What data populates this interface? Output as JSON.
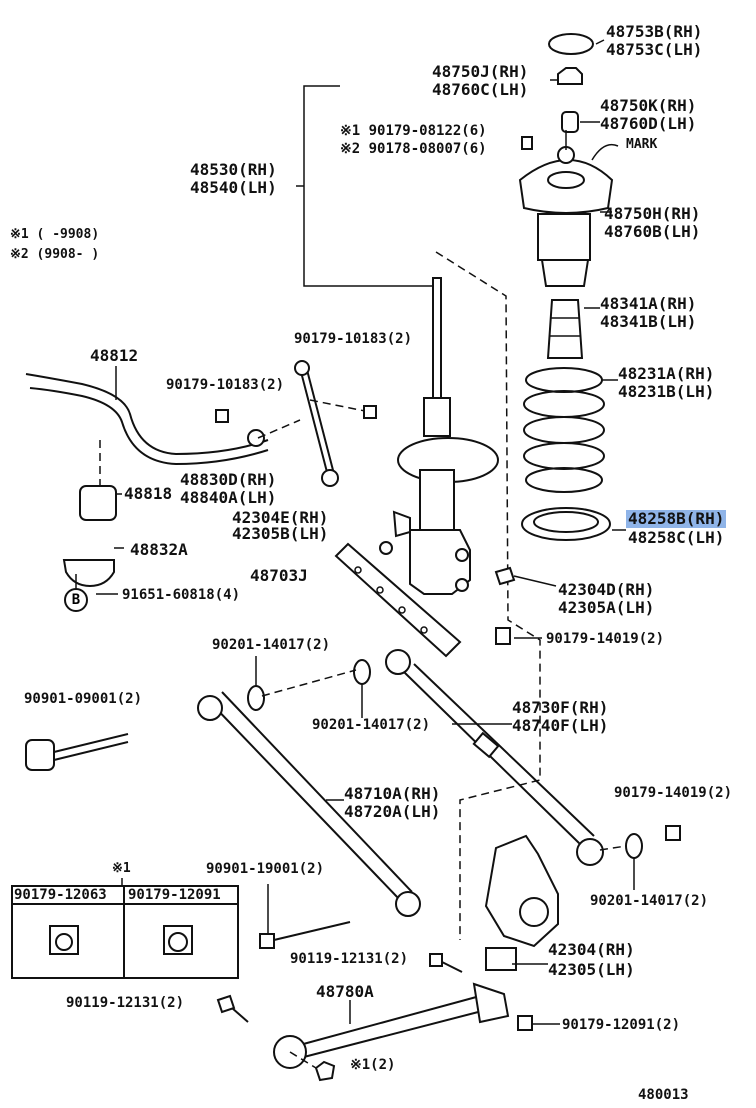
{
  "footnotes": {
    "n1": "※1 (      -9908)",
    "n2": "※2 (9908-      )"
  },
  "labels": {
    "mount_cap": [
      "48753B(RH)",
      "48753C(LH)"
    ],
    "nut_top": [
      "48750J(RH)",
      "48760C(LH)"
    ],
    "bushing_top": [
      "48750K(RH)",
      "48760D(LH)"
    ],
    "bolt_n1": "※1 90179-08122(6)",
    "bolt_n2": "※2 90178-08007(6)",
    "mark": "MARK",
    "strut": [
      "48530(RH)",
      "48540(LH)"
    ],
    "support": [
      "48750H(RH)",
      "48760B(LH)"
    ],
    "bumper": [
      "48341A(RH)",
      "48341B(LH)"
    ],
    "spring": [
      "48231A(RH)",
      "48231B(LH)"
    ],
    "insulator": [
      "48258B(RH)",
      "48258C(LH)"
    ],
    "stab_bar": "48812",
    "nut_stab_link_top": "90179-10183(2)",
    "nut_stab_link": "90179-10183(2)",
    "stab_link": [
      "48830D(RH)",
      "48840A(LH)"
    ],
    "stab_bushing": "48818",
    "bracket_strut": [
      "42304E(RH)",
      "42305B(LH)"
    ],
    "stab_bracket": "48832A",
    "b_bolt": "91651-60818(4)",
    "b_letter": "B",
    "plate": "48703J",
    "bolt_strut": [
      "42304D(RH)",
      "42305A(LH)"
    ],
    "washer_left": "90201-14017(2)",
    "nut_right": "90179-14019(2)",
    "bolt_long": "90901-09001(2)",
    "washer_mid": "90201-14017(2)",
    "arm_rear": [
      "48730F(RH)",
      "48740F(LH)"
    ],
    "arm_front": [
      "48710A(RH)",
      "48720A(LH)"
    ],
    "nut_lower": "90179-14019(2)",
    "washer_lower": "90201-14017(2)",
    "bolt_lower": "90901-19001(2)",
    "star1": "※1",
    "box_left": "90179-12063",
    "box_right": "90179-12091",
    "bolt_knuckle": "90119-12131(2)",
    "knuckle": [
      "42304(RH)",
      "42305(LH)"
    ],
    "bolt_trail": "90119-12131(2)",
    "trail_arm": "48780A",
    "nut_trail": "90179-12091(2)",
    "trail_n1": "※1(2)",
    "diagram_no": "480013"
  }
}
